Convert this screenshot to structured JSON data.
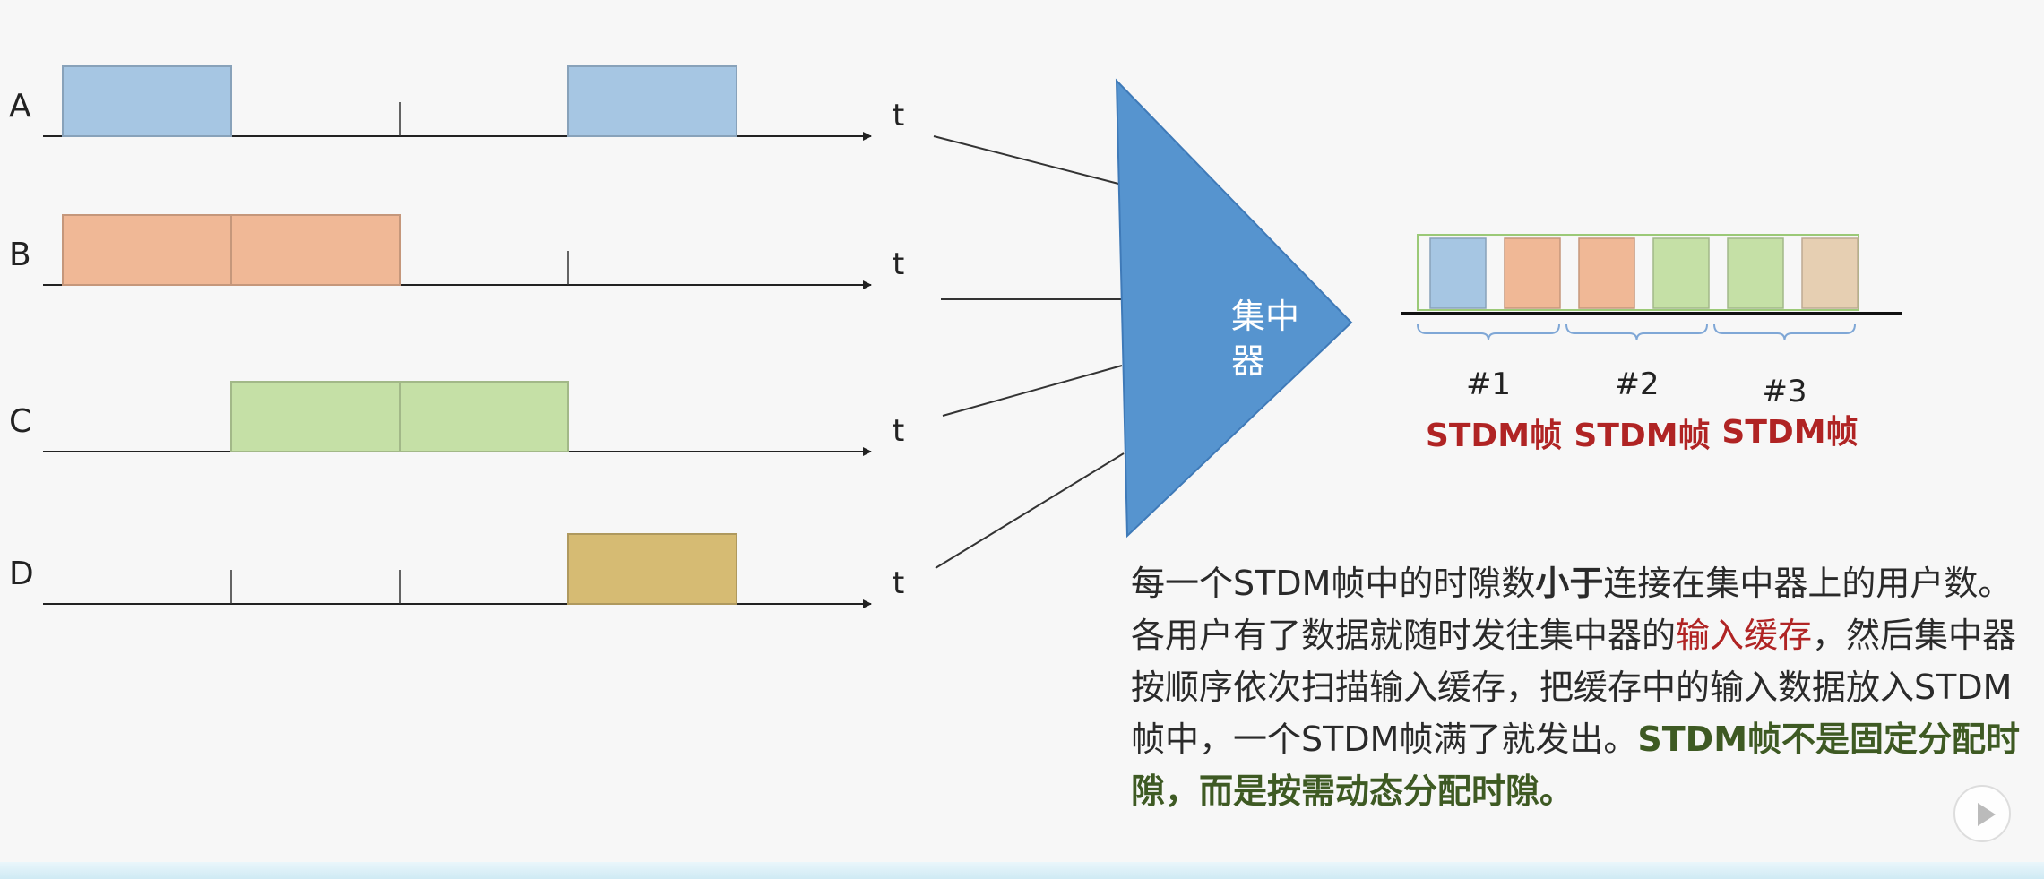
{
  "users": [
    {
      "label": "A",
      "color": "#a6c6e3",
      "slots": [
        0,
        3
      ]
    },
    {
      "label": "B",
      "color": "#f0b896",
      "slots": [
        0,
        1
      ]
    },
    {
      "label": "C",
      "color": "#c5e0a6",
      "slots": [
        1,
        2
      ]
    },
    {
      "label": "D",
      "color": "#d6bb73",
      "slots": [
        3
      ]
    }
  ],
  "axis_label": "t",
  "concentrator": {
    "label_line1": "集中",
    "label_line2": "器",
    "color": "#5694cf"
  },
  "frame": {
    "slots": [
      "#a6c6e3",
      "#f0b896",
      "#f0b896",
      "#c5e0a6",
      "#c5e0a6",
      "#e6cfb2"
    ],
    "frames": [
      {
        "num": "#1",
        "name": "STDM帧"
      },
      {
        "num": "#2",
        "name": "STDM帧"
      },
      {
        "num": "#3",
        "name": "STDM帧"
      }
    ]
  },
  "description": {
    "p1": "每一个STDM帧中的时隙数",
    "p1_bold": "小于",
    "p2": "连接在集中器上的用户数。各用户有了数据就随时发往集中器的",
    "p2_red": "输入缓存",
    "p3": "，然后集中器按顺序依次扫描输入缓存，把缓存中的输入数据放入STDM帧中，一个STDM帧满了就发出。",
    "p3_green": "STDM帧不是固定分配时隙，而是按需动态分配时隙。"
  }
}
